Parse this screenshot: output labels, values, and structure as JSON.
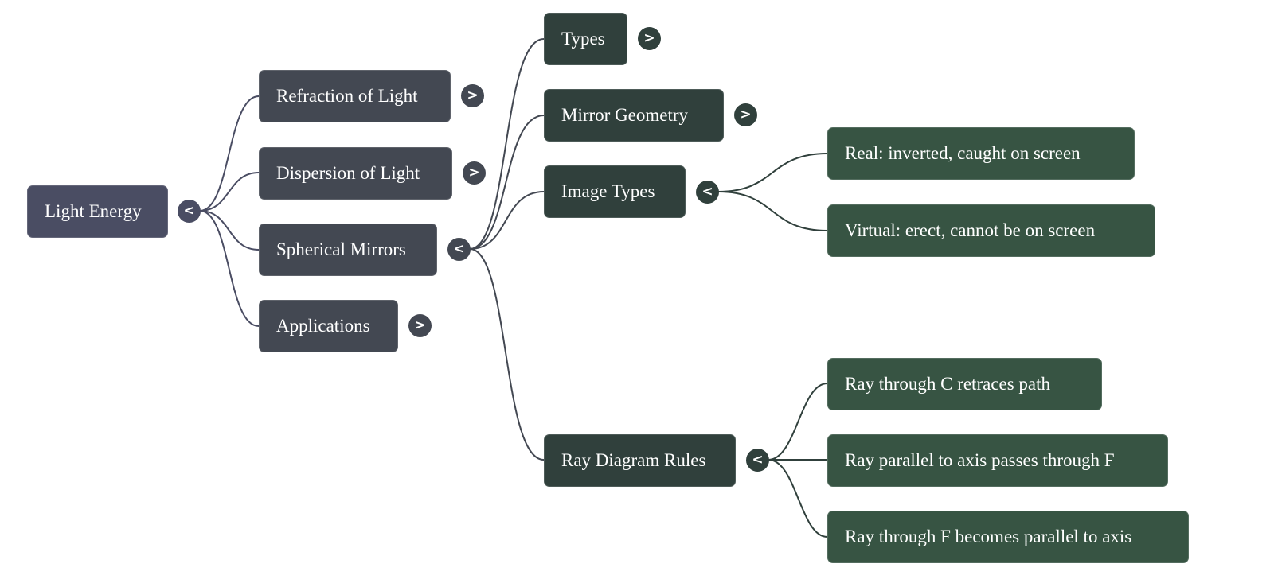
{
  "title": "Light Energy",
  "colors": {
    "root": "#4a4d63",
    "level1": "#434852",
    "level2": "#30403c",
    "level3": "#375443",
    "edge_root": "#4a4d63",
    "edge_level1": "#434852",
    "edge_level2": "#30403c"
  },
  "icons": {
    "collapse": "<",
    "expand": ">"
  },
  "root": {
    "label": "Light Energy",
    "state": "expanded",
    "toggle": "<"
  },
  "level1": [
    {
      "label": "Refraction of Light",
      "state": "collapsed",
      "toggle": ">"
    },
    {
      "label": "Dispersion of Light",
      "state": "collapsed",
      "toggle": ">"
    },
    {
      "label": "Spherical Mirrors",
      "state": "expanded",
      "toggle": "<"
    },
    {
      "label": "Applications",
      "state": "collapsed",
      "toggle": ">"
    }
  ],
  "spherical_mirrors_children": [
    {
      "label": "Types",
      "state": "collapsed",
      "toggle": ">"
    },
    {
      "label": "Mirror Geometry",
      "state": "collapsed",
      "toggle": ">"
    },
    {
      "label": "Image Types",
      "state": "expanded",
      "toggle": "<"
    },
    {
      "label": "Ray Diagram Rules",
      "state": "expanded",
      "toggle": "<"
    }
  ],
  "image_types_children": [
    {
      "label": "Real: inverted, caught on screen"
    },
    {
      "label": "Virtual: erect, cannot be on screen"
    }
  ],
  "ray_diagram_rules_children": [
    {
      "label": "Ray through C retraces path"
    },
    {
      "label": "Ray parallel to axis passes through F"
    },
    {
      "label": "Ray through F becomes parallel to axis"
    }
  ]
}
